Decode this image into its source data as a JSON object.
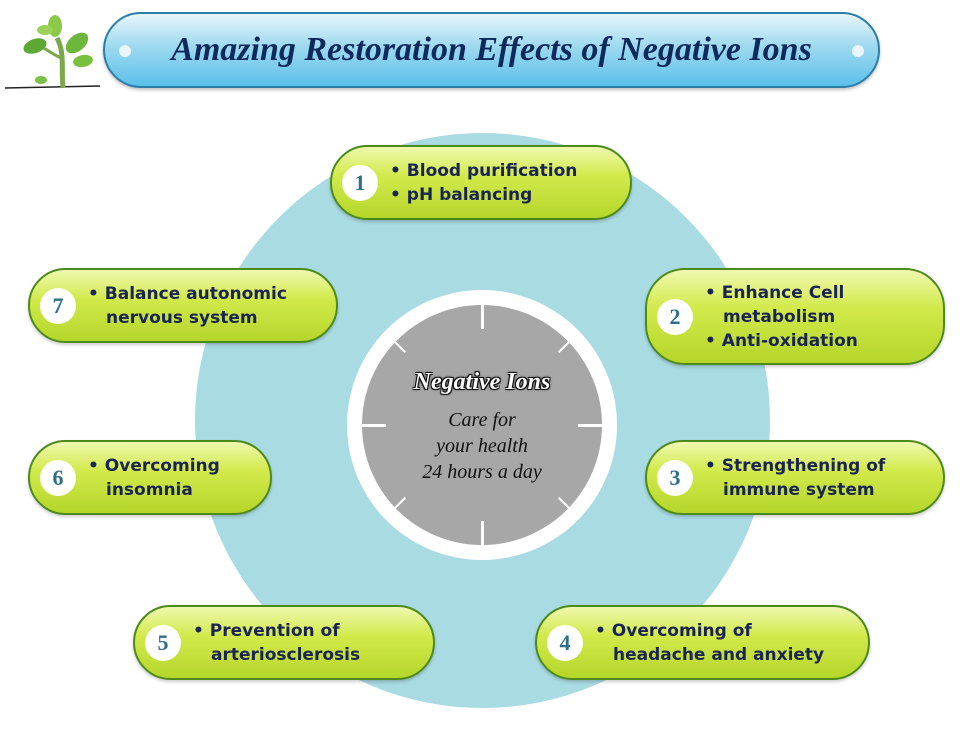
{
  "header": {
    "title": "Amazing Restoration Effects of Negative Ions"
  },
  "center": {
    "name": "Negative Ions",
    "lines": [
      "Care for",
      "your health",
      "24 hours a day"
    ]
  },
  "effects": [
    {
      "number": "1",
      "lines": [
        "• Blood purification",
        "• pH balancing"
      ]
    },
    {
      "number": "2",
      "lines": [
        "• Enhance Cell",
        "metabolism",
        "• Anti-oxidation"
      ]
    },
    {
      "number": "3",
      "lines": [
        "• Strengthening of",
        "immune system"
      ]
    },
    {
      "number": "4",
      "lines": [
        "• Overcoming of",
        "headache and  anxiety"
      ]
    },
    {
      "number": "5",
      "lines": [
        "• Prevention of",
        "arteriosclerosis"
      ]
    },
    {
      "number": "6",
      "lines": [
        "• Overcoming",
        "insomnia"
      ]
    },
    {
      "number": "7",
      "lines": [
        "• Balance autonomic",
        "nervous system"
      ]
    }
  ],
  "colors": {
    "ring": "#a9dbe3",
    "pill": "#d2ea4c",
    "title": "#0d2a5a"
  }
}
